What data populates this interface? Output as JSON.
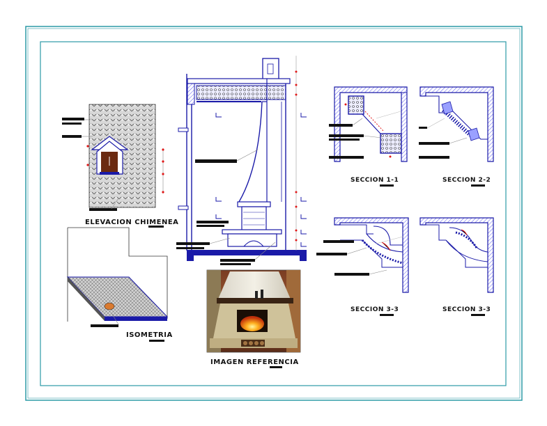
{
  "labels": {
    "elevacion": "ELEVACION CHIMENEA",
    "isometria": "ISOMETRIA",
    "imagen": "IMAGEN REFERENCIA",
    "seccion_1_1": "SECCION 1-1",
    "seccion_2_2": "SECCION 2-2",
    "seccion_3_3_a": "SECCION 3-3",
    "seccion_3_3_b": "SECCION 3-3"
  },
  "colors": {
    "frame": "#2c9aa6",
    "outline": "#1a1aa8",
    "wall_hatch": "#9aa0ff",
    "dim_red": "#e01818",
    "tile": "#8a8a8a",
    "ink": "#111111",
    "brick": "#b57a4a"
  }
}
